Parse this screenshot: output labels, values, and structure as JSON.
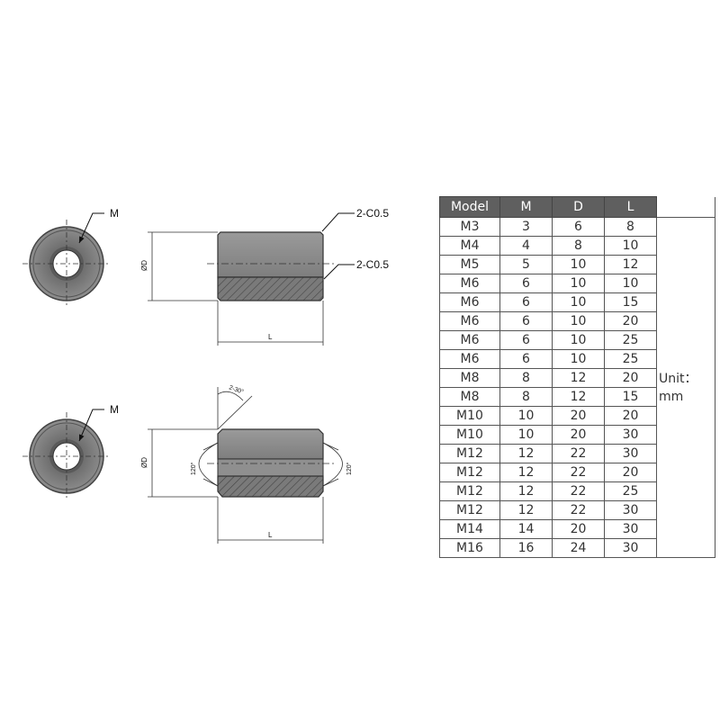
{
  "drawing": {
    "label_m": "M",
    "label_chamfer": "2-C0.5",
    "label_diameter": "ØD",
    "label_length": "L",
    "label_chamfer_angle": "2-30°",
    "label_angle_120": "120°"
  },
  "table": {
    "headers": [
      "Model",
      "M",
      "D",
      "L"
    ],
    "unit_label": "Unit：mm",
    "rows": [
      [
        "M3",
        "3",
        "6",
        "8"
      ],
      [
        "M4",
        "4",
        "8",
        "10"
      ],
      [
        "M5",
        "5",
        "10",
        "12"
      ],
      [
        "M6",
        "6",
        "10",
        "10"
      ],
      [
        "M6",
        "6",
        "10",
        "15"
      ],
      [
        "M6",
        "6",
        "10",
        "20"
      ],
      [
        "M6",
        "6",
        "10",
        "25"
      ],
      [
        "M6",
        "6",
        "10",
        "25"
      ],
      [
        "M8",
        "8",
        "12",
        "20"
      ],
      [
        "M8",
        "8",
        "12",
        "15"
      ],
      [
        "M10",
        "10",
        "20",
        "20"
      ],
      [
        "M10",
        "10",
        "20",
        "30"
      ],
      [
        "M12",
        "12",
        "22",
        "30"
      ],
      [
        "M12",
        "12",
        "22",
        "20"
      ],
      [
        "M12",
        "12",
        "22",
        "25"
      ],
      [
        "M12",
        "12",
        "22",
        "30"
      ],
      [
        "M14",
        "14",
        "20",
        "30"
      ],
      [
        "M16",
        "16",
        "24",
        "30"
      ]
    ]
  },
  "colors": {
    "body_gray": "#8a8a8a",
    "hatch_gray": "#6a6a6a",
    "header_bg": "#5f5f5f"
  }
}
